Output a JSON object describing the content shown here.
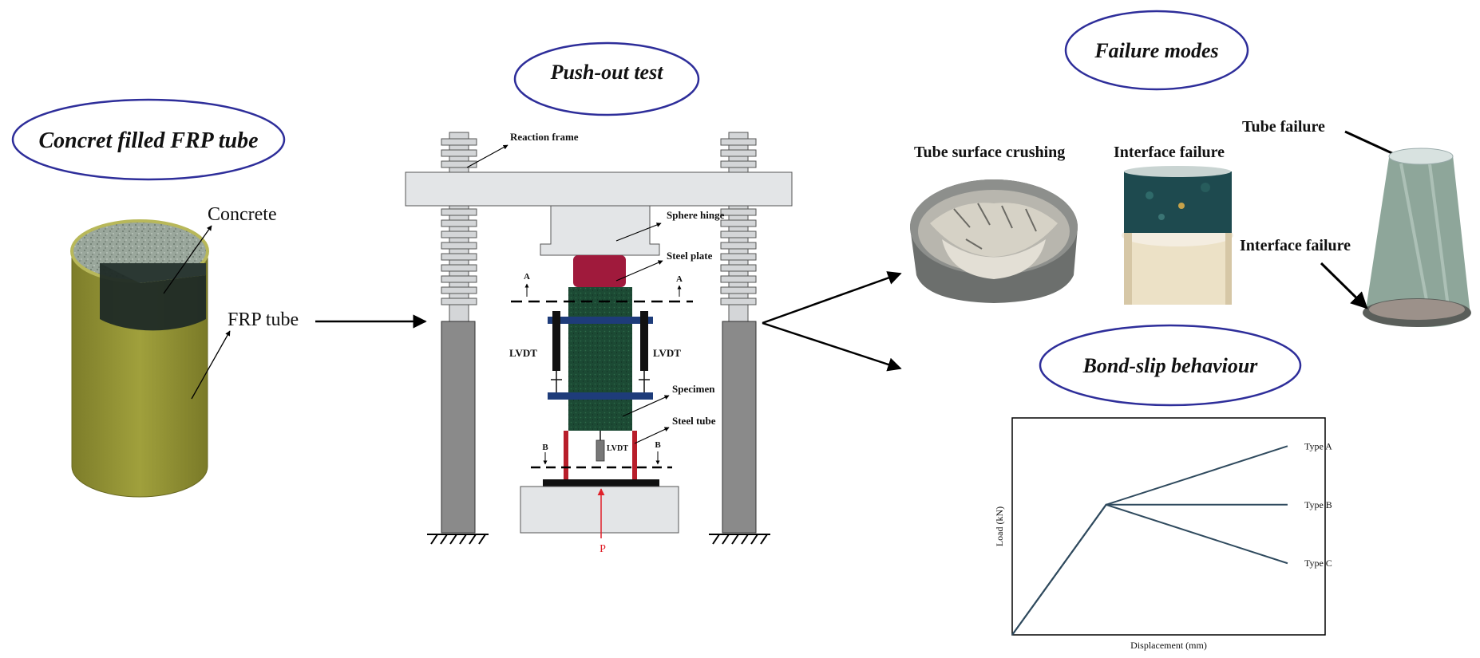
{
  "titles": {
    "cfft": "Concret filled FRP tube",
    "push_out": "Push-out test",
    "failure_modes": "Failure modes",
    "bond_slip": "Bond-slip behaviour"
  },
  "cfft_labels": {
    "concrete": "Concrete",
    "frp_tube": "FRP tube"
  },
  "setup_labels": {
    "reaction_frame": "Reaction frame",
    "sphere_hinge": "Sphere hinge",
    "steel_plate": "Steel plate",
    "section_a": "A",
    "section_b": "B",
    "lvdt": "LVDT",
    "specimen": "Specimen",
    "steel_tube": "Steel tube",
    "load": "P"
  },
  "failure_labels": {
    "tube_surface_crushing": "Tube surface crushing",
    "interface_failure": "Interface failure",
    "tube_failure": "Tube failure"
  },
  "colors": {
    "ellipse_outline": "#2e2e9a",
    "frp_tube": "#8f8f32",
    "concrete_core": "#1f2a26",
    "specimen": "#1c4a34",
    "steel_plate": "#a01a3c",
    "clamp": "#1e3c7a",
    "steel_tube": "#b81e2a",
    "load_arrow": "#e0212a",
    "curve": "#2f4a5e",
    "frame_light": "#e3e5e7",
    "column": "#8a8a8a"
  },
  "chart_data": {
    "type": "line",
    "xlabel": "Displacement (mm)",
    "ylabel": "Load (kN)",
    "xlim": [
      0,
      1
    ],
    "ylim": [
      0,
      1
    ],
    "grid": false,
    "series": [
      {
        "name": "Type A",
        "x": [
          0,
          0.3,
          0.88
        ],
        "y": [
          0,
          0.6,
          0.87
        ]
      },
      {
        "name": "Type B",
        "x": [
          0,
          0.3,
          0.88
        ],
        "y": [
          0,
          0.6,
          0.6
        ]
      },
      {
        "name": "Type C",
        "x": [
          0,
          0.3,
          0.88
        ],
        "y": [
          0,
          0.6,
          0.33
        ]
      }
    ]
  }
}
